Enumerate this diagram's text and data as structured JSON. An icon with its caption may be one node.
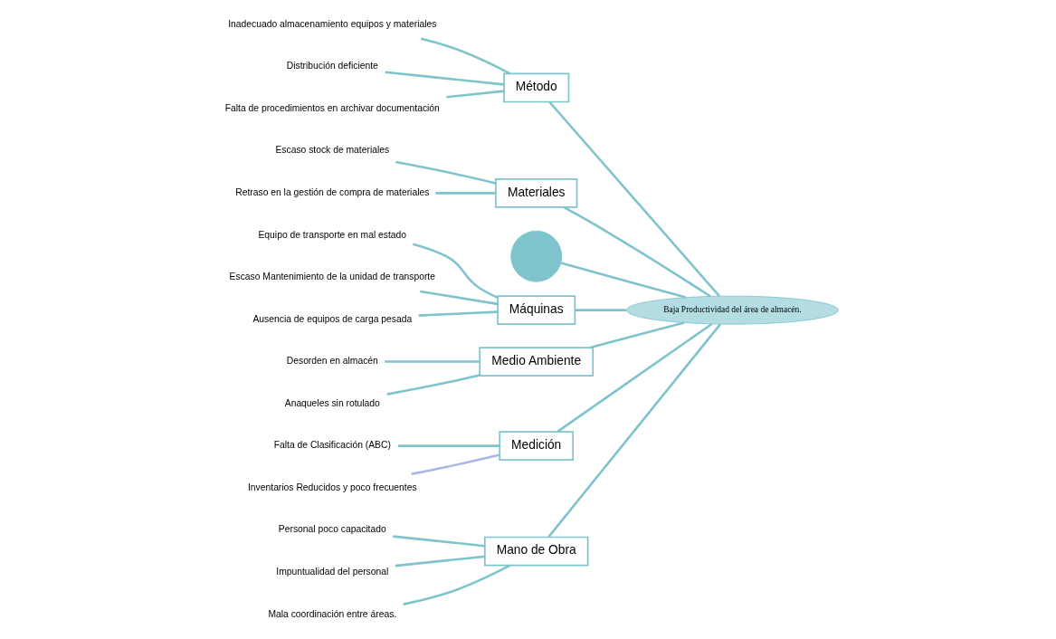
{
  "diagram": {
    "nodes": [
      {
        "text": [
          "Mano de Obra"
        ]
      },
      {
        "text": [
          "Personal poco capacitado"
        ]
      },
      {
        "text": [
          "Impuntualidad del personal"
        ]
      },
      {
        "text": [
          "Mala coordinación entre áreas."
        ]
      },
      {
        "text": [
          "Método"
        ]
      },
      {
        "text": [
          "Inadecuado almacenamiento equipos y materiales"
        ]
      },
      {
        "text": [
          "Distribución deficiente"
        ]
      },
      {
        "text": [
          "Falta de procedimientos en archivar documentación"
        ]
      },
      {
        "text": [
          "Materiales"
        ]
      },
      {
        "text": [
          "Escaso stock de materiales"
        ]
      },
      {
        "text": [
          "Retraso en la gestión de compra de materiales"
        ]
      },
      {
        "text": [],
        "shape": "crescent"
      },
      {
        "text": [
          "Baja Productividad del área de almacén."
        ]
      },
      {
        "text": [
          "Máquinas"
        ]
      },
      {
        "text": [
          "Equipo de transporte en mal estado"
        ]
      },
      {
        "text": [
          "Escaso Mantenimiento de la unidad de transporte"
        ]
      },
      {
        "text": [
          "Ausencia de equipos de carga pesada"
        ]
      },
      {
        "text": [
          "Medio Ambiente"
        ]
      },
      {
        "text": [
          "Desorden en almacén"
        ]
      },
      {
        "text": [
          "Anaqueles sin rotulado"
        ]
      },
      {
        "text": [
          "Medición"
        ]
      },
      {
        "text": [
          "Falta de Clasificación (ABC)"
        ]
      },
      {
        "text": [
          "Inventarios Reducidos y poco frecuentes"
        ]
      }
    ],
    "edges": [
      {
        "from": 1,
        "to": 0,
        "arrow": "none"
      },
      {
        "from": 2,
        "to": 0,
        "arrow": "none"
      },
      {
        "from": 3,
        "to": 0,
        "arrow": "none"
      },
      {
        "from": 5,
        "to": 4,
        "arrow": "none"
      },
      {
        "from": 6,
        "to": 4,
        "arrow": "none"
      },
      {
        "from": 7,
        "to": 4,
        "arrow": "none"
      },
      {
        "from": 9,
        "to": 8,
        "arrow": "none"
      },
      {
        "from": 10,
        "to": 8,
        "arrow": "none"
      },
      {
        "from": 11,
        "to": 12,
        "arrow": "none"
      },
      {
        "from": 0,
        "to": 12,
        "arrow": "none"
      },
      {
        "from": 4,
        "to": 12,
        "arrow": "none"
      },
      {
        "from": 8,
        "to": 12,
        "arrow": "none"
      },
      {
        "from": 13,
        "to": 12,
        "arrow": "none"
      },
      {
        "from": 17,
        "to": 12,
        "arrow": "none"
      },
      {
        "from": 20,
        "to": 12,
        "arrow": "none"
      },
      {
        "from": 14,
        "to": 13,
        "arrow": "none"
      },
      {
        "from": 15,
        "to": 13,
        "arrow": "none"
      },
      {
        "from": 16,
        "to": 13,
        "arrow": "none"
      },
      {
        "from": 18,
        "to": 17,
        "arrow": "none"
      },
      {
        "from": 19,
        "to": 17,
        "arrow": "none"
      },
      {
        "from": 21,
        "to": 20,
        "arrow": "none"
      },
      {
        "from": 22,
        "to": 20,
        "arrow": "none",
        "color": "#a9b7e6"
      }
    ]
  }
}
